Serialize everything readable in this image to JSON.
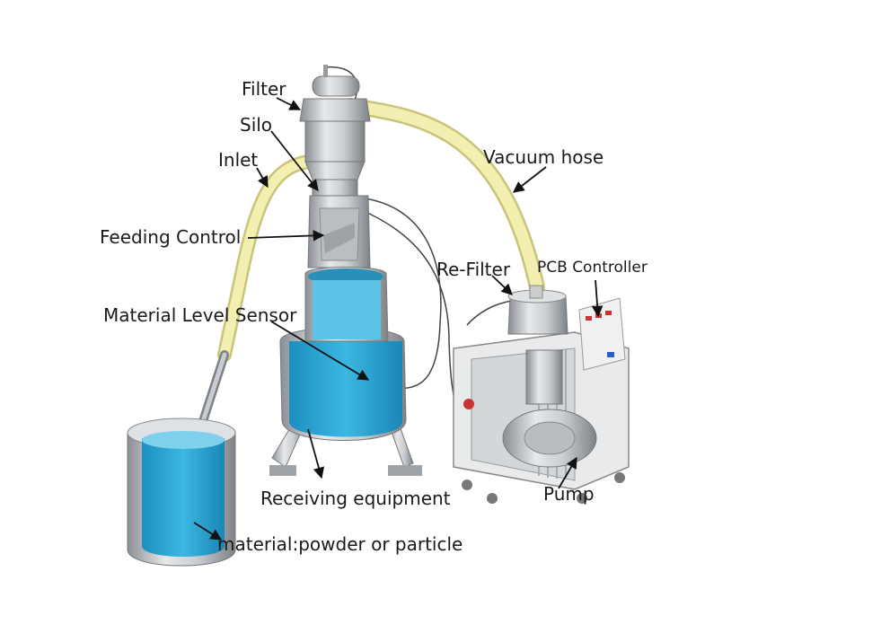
{
  "labels": {
    "filter": "Filter",
    "silo": "Silo",
    "inlet": "Inlet",
    "feeding_control": "Feeding Control",
    "vacuum_hose": "Vacuum hose",
    "re_filter": "Re-Filter",
    "pcb_controller": "PCB Controller",
    "material_level_sensor": "Material Level Sensor",
    "receiving_equipment": "Receiving equipment",
    "pump": "Pump",
    "material": "material:powder or particle"
  },
  "colors": {
    "steel_dark": "#8a8f94",
    "steel_light": "#e6e8ea",
    "water": "#2aa7d6",
    "water_light": "#7fd0ec",
    "hose": "#f2efb0",
    "hose_edge": "#c9c47a",
    "label": "#1a1a1a"
  }
}
